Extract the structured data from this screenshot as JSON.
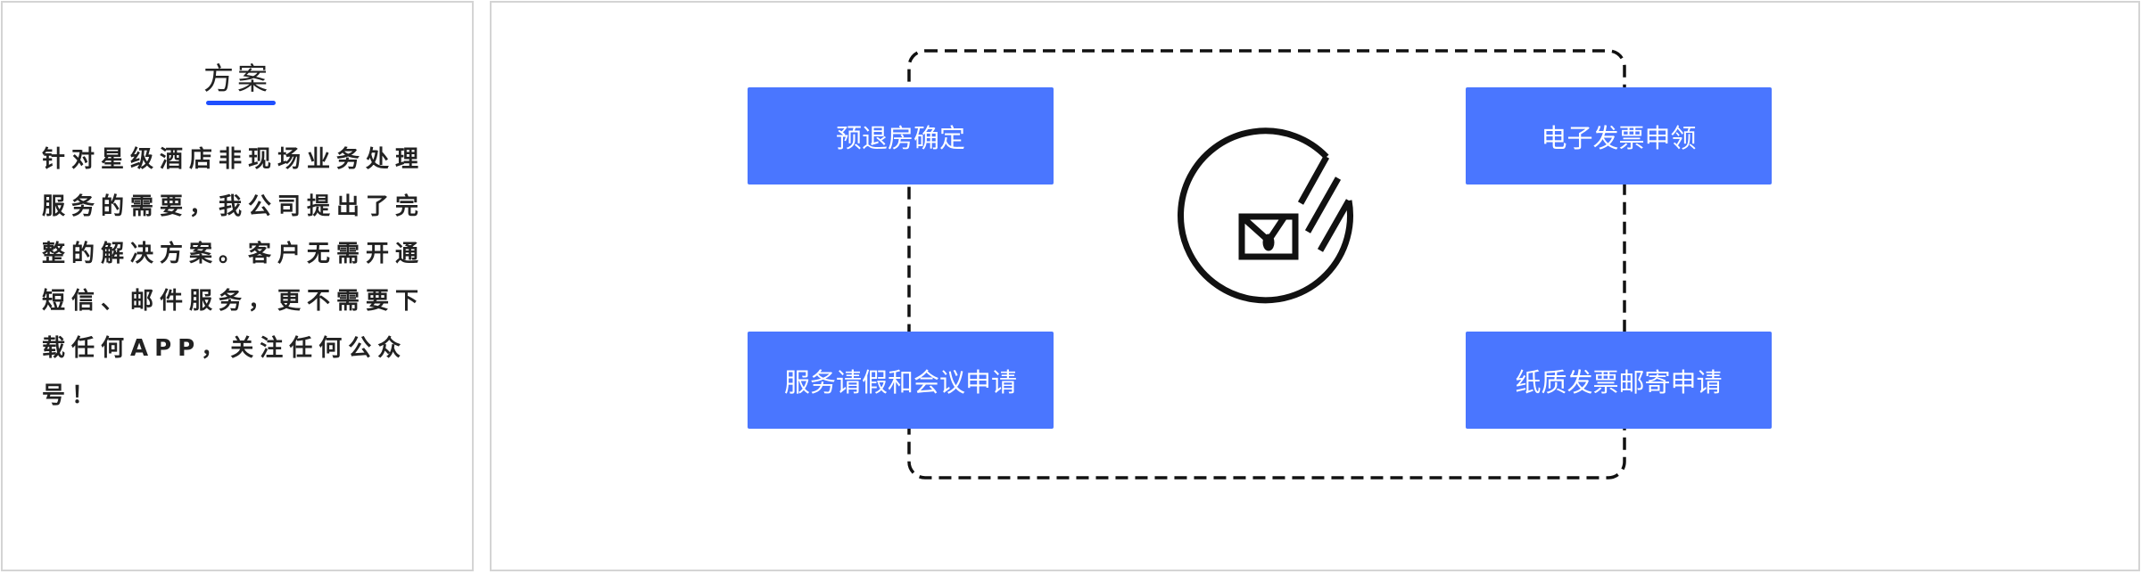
{
  "solution_panel": {
    "title": "方案",
    "description": "针对星级酒店非现场业务处理服务的需要，我公司提出了完整的解决方案。客户无需开通短信、邮件服务，更不需要下载任何APP，关注任何公众号！"
  },
  "diagram": {
    "boxes": [
      {
        "label": "预退房确定"
      },
      {
        "label": "服务请假和会议申请"
      },
      {
        "label": "电子发票申领"
      },
      {
        "label": "纸质发票邮寄申请"
      }
    ],
    "center_icon": "envelope-check-icon",
    "box_color": "#4a76ff",
    "accent_color": "#1f4fff"
  }
}
